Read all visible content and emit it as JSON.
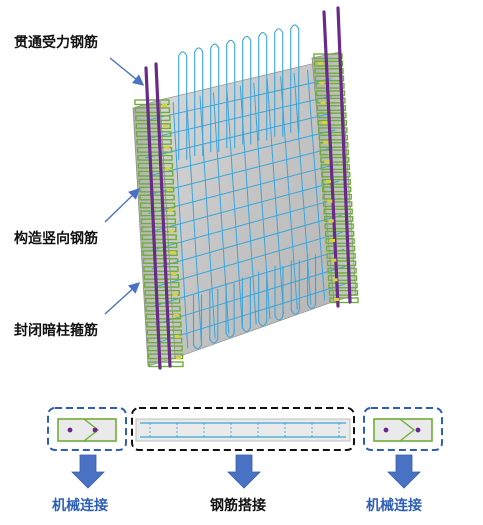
{
  "labels": {
    "through_bar": "贯通受力钢筋",
    "vertical_bar": "构造竖向钢筋",
    "closed_stirrup": "封闭暗柱箍筋"
  },
  "plan": {
    "left_label": "机械连接",
    "middle_label": "钢筋搭接",
    "right_label": "机械连接"
  },
  "colors": {
    "label_blue": "#2E5FB7",
    "arrow_blue": "#4A72C4",
    "leader_blue": "#4A72C4",
    "concrete": "#C8C8C8",
    "mesh_blue": "#3AA6DC",
    "stirrup_green": "#6FAE3A",
    "main_bar_purple": "#6A2A8A",
    "tie_yellow": "#D8D040"
  }
}
